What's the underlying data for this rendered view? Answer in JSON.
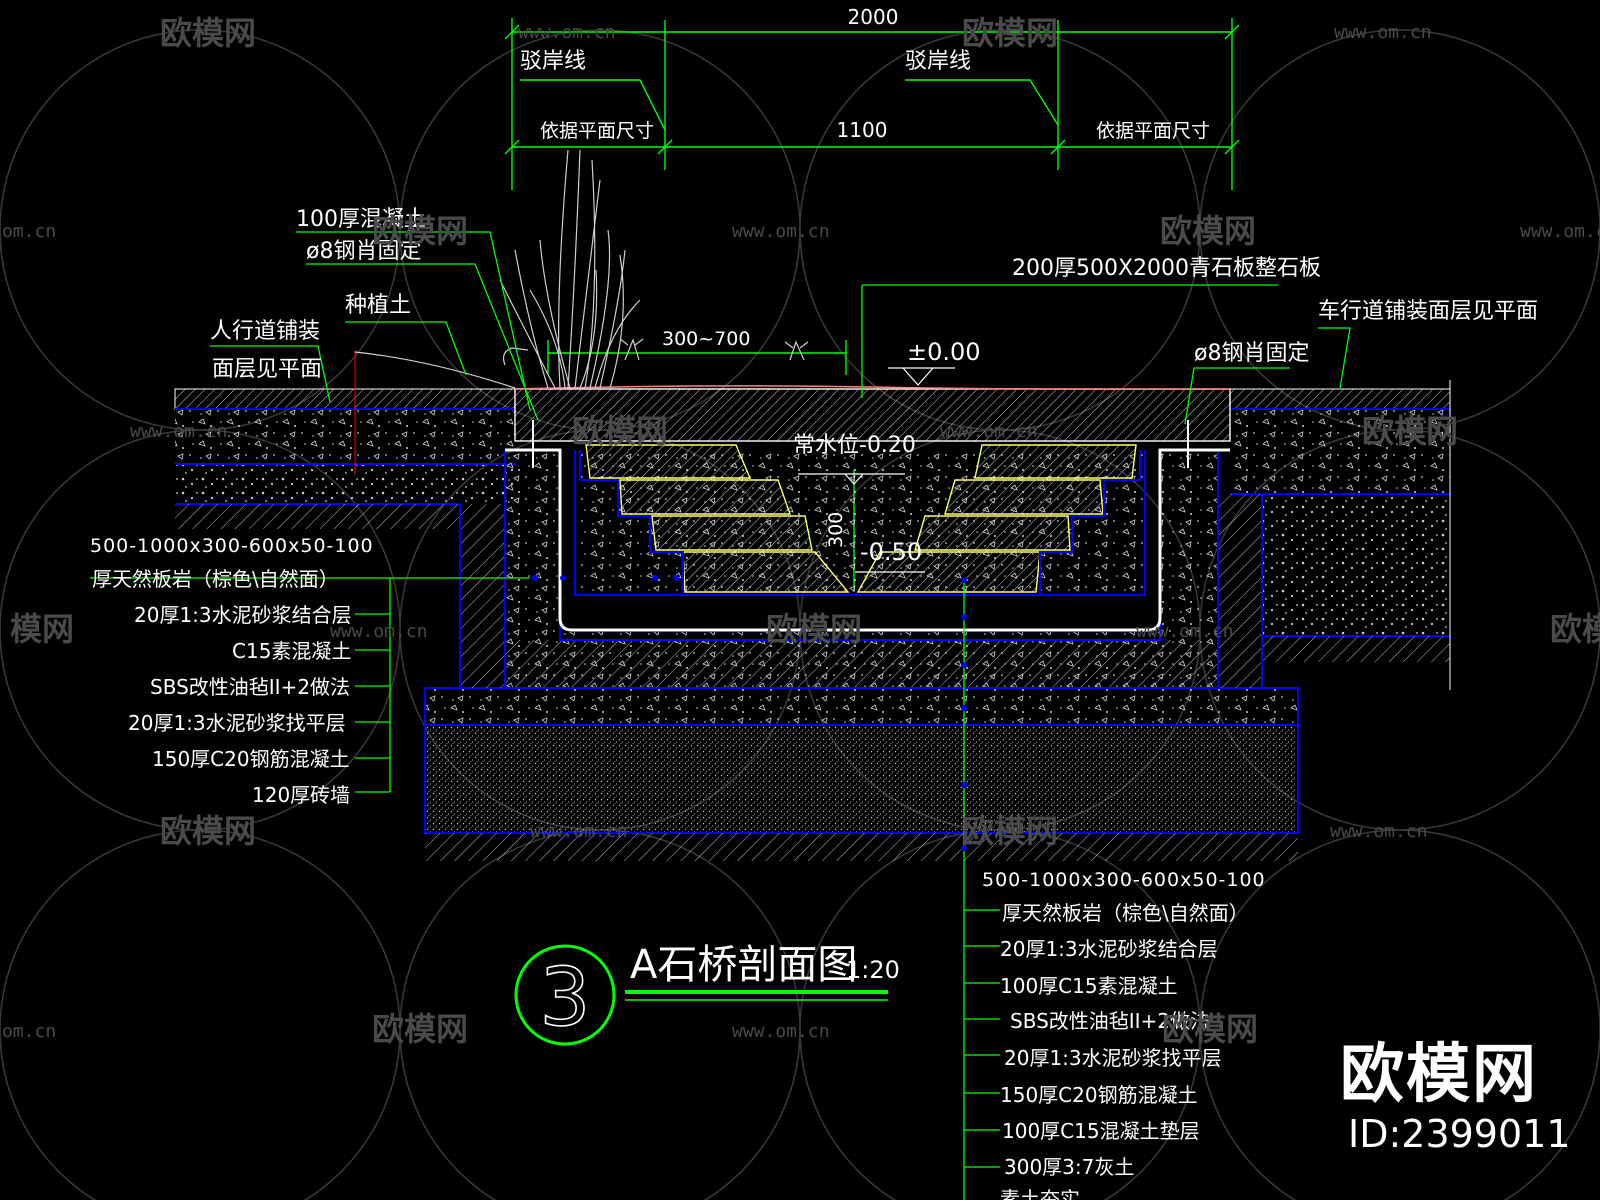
{
  "dimensions": {
    "total": "2000",
    "middle": "1100",
    "left_note": "依据平面尺寸",
    "right_note": "依据平面尺寸",
    "bank_left": "驳岸线",
    "bank_right": "驳岸线",
    "span": "300~700",
    "depth": "300"
  },
  "labels": {
    "concrete_100": "100厚混凝土",
    "pin_left": "ø8钢肖固定",
    "planting_soil": "种植土",
    "sidewalk_1": "人行道铺装",
    "sidewalk_2": "面层见平面",
    "slab": "200厚500X2000青石板整石板",
    "road_paving": "车行道铺装面层见平面",
    "level_zero": "±0.00",
    "pin_right": "ø8钢肖固定",
    "water_level": "常水位-0.20",
    "bottom_level": "-0.50"
  },
  "left_layers": [
    "500-1000x300-600x50-100",
    "厚天然板岩（棕色\\自然面）",
    "20厚1:3水泥砂浆结合层",
    "C15素混凝土",
    "SBS改性油毡II+2做法",
    "20厚1:3水泥砂浆找平层",
    "150厚C20钢筋混凝土",
    "120厚砖墙"
  ],
  "bottom_layers": [
    "500-1000x300-600x50-100",
    "厚天然板岩（棕色\\自然面）",
    "20厚1:3水泥砂浆结合层",
    "100厚C15素混凝土",
    "SBS改性油毡II+2做法",
    "20厚1:3水泥砂浆找平层",
    "150厚C20钢筋混凝土",
    "100厚C15混凝土垫层",
    "300厚3:7灰土",
    "素土夯实"
  ],
  "title": {
    "number": "3",
    "name": "A石桥剖面图",
    "scale": "1:20"
  },
  "watermarks": {
    "brand": "欧模网",
    "url": "www.om.cn",
    "url_partial": "om.cn",
    "brand_partial": "模网",
    "id": "ID:2399011"
  },
  "colors": {
    "background": "#000000",
    "dimension_line": "#00ff00",
    "layer_line": "#0000ff",
    "text": "#ffffff",
    "stone_outline": "#ffff66",
    "slab_top": "#ff8080",
    "level_marker": "#ff0000",
    "watermark": "#4a4a4a"
  }
}
